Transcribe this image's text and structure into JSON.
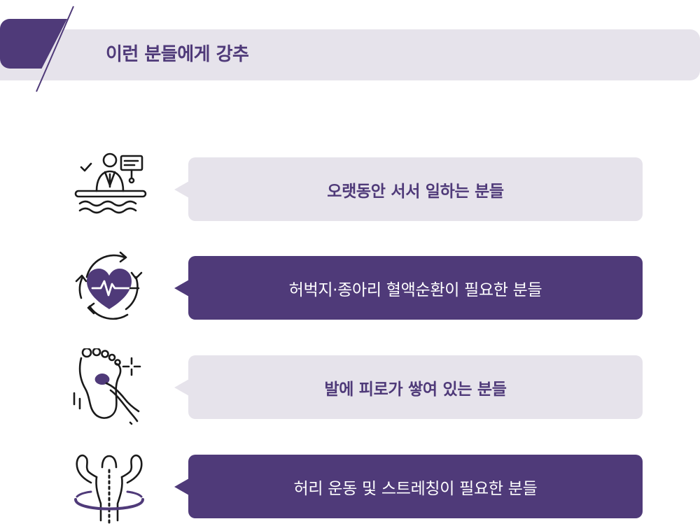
{
  "header": {
    "title": "이런 분들에게 강추"
  },
  "items": [
    {
      "icon": "standing-worker-icon",
      "label": "오랫동안 서서 일하는 분들",
      "style": "light"
    },
    {
      "icon": "heart-circulation-icon",
      "label": "허벅지·종아리 혈액순환이 필요한 분들",
      "style": "dark"
    },
    {
      "icon": "foot-massage-icon",
      "label": "발에 피로가 쌓여 있는 분들",
      "style": "light"
    },
    {
      "icon": "back-stretching-icon",
      "label": "허리 운동 및 스트레칭이 필요한 분들",
      "style": "dark"
    }
  ],
  "colors": {
    "accent": "#4f3a79",
    "light": "#e6e3eb"
  }
}
